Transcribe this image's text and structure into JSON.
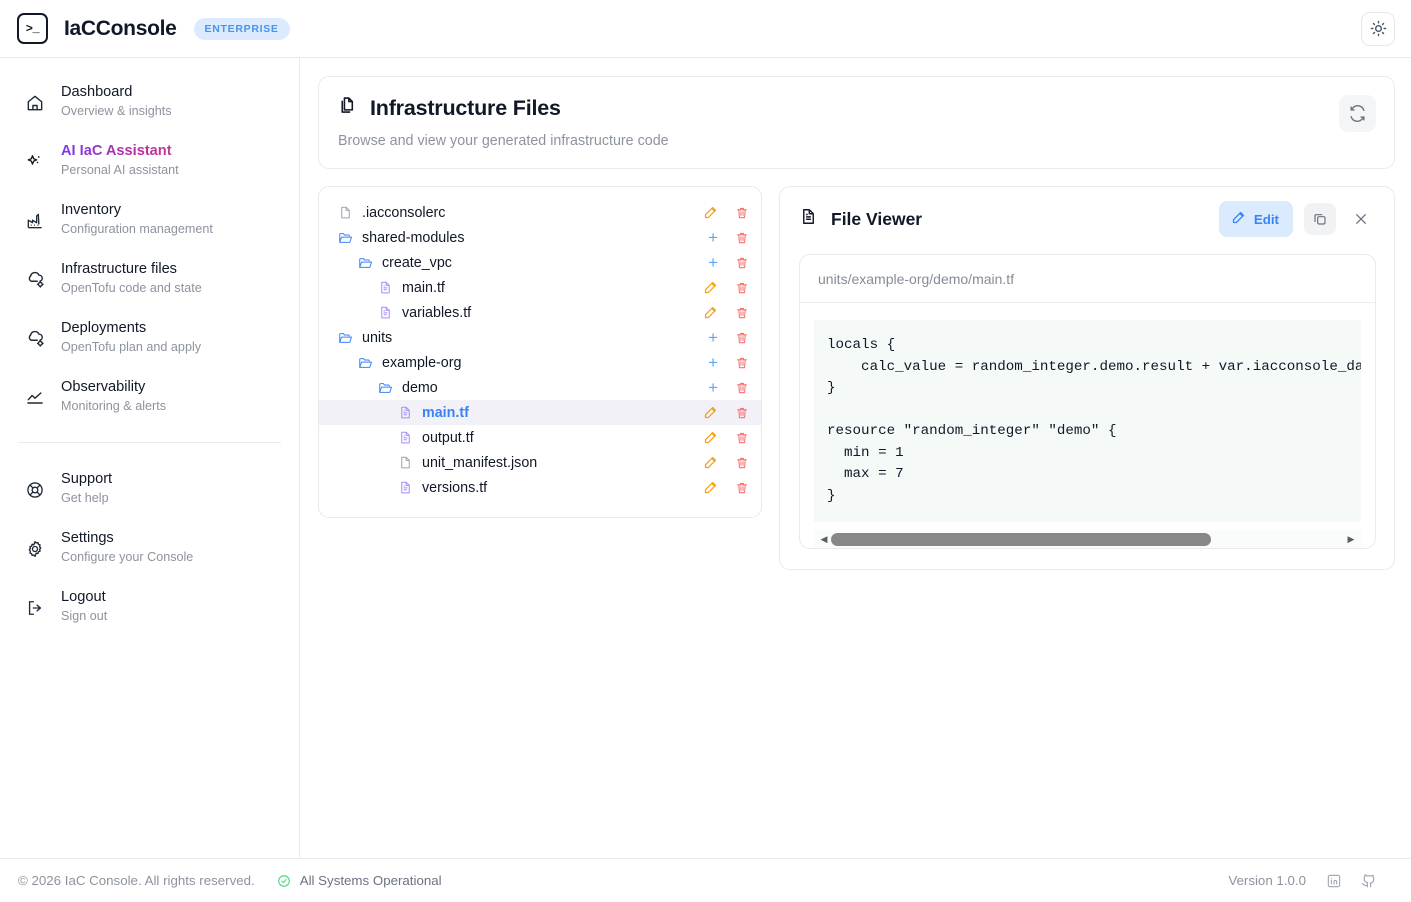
{
  "topbar": {
    "brand_mark": "terminal-icon",
    "brand_mark_text": ">_",
    "brand_name": "IaCConsole",
    "badge": "ENTERPRISE",
    "theme_toggle_icon": "sun-icon"
  },
  "sidebar": {
    "items": [
      {
        "icon": "home-icon",
        "label": "Dashboard",
        "sub": "Overview & insights",
        "active": false
      },
      {
        "icon": "sparkles-icon",
        "label": "AI IaC Assistant",
        "sub": "Personal AI assistant",
        "active": true
      },
      {
        "icon": "factory-icon",
        "label": "Inventory",
        "sub": "Configuration management",
        "active": false
      },
      {
        "icon": "cloud-cog-icon",
        "label": "Infrastructure files",
        "sub": "OpenTofu code and state",
        "active": false
      },
      {
        "icon": "cloud-cog-icon",
        "label": "Deployments",
        "sub": "OpenTofu plan and apply",
        "active": false
      },
      {
        "icon": "activity-icon",
        "label": "Observability",
        "sub": "Monitoring & alerts",
        "active": false
      }
    ],
    "bottom_items": [
      {
        "icon": "lifebuoy-icon",
        "label": "Support",
        "sub": "Get help"
      },
      {
        "icon": "gear-icon",
        "label": "Settings",
        "sub": "Configure your Console"
      },
      {
        "icon": "logout-icon",
        "label": "Logout",
        "sub": "Sign out"
      }
    ]
  },
  "page": {
    "icon": "files-icon",
    "title": "Infrastructure Files",
    "subtitle": "Browse and view your generated infrastructure code",
    "refresh_icon": "refresh-icon"
  },
  "tree": {
    "rows": [
      {
        "name": ".iacconsolerc",
        "type": "file-plain",
        "depth": 0,
        "selected": false,
        "actions": [
          "edit",
          "delete"
        ]
      },
      {
        "name": "shared-modules",
        "type": "folder",
        "depth": 0,
        "selected": false,
        "actions": [
          "add",
          "delete"
        ]
      },
      {
        "name": "create_vpc",
        "type": "folder",
        "depth": 1,
        "selected": false,
        "actions": [
          "add",
          "delete"
        ]
      },
      {
        "name": "main.tf",
        "type": "file-code",
        "depth": 2,
        "selected": false,
        "actions": [
          "edit",
          "delete"
        ]
      },
      {
        "name": "variables.tf",
        "type": "file-code",
        "depth": 2,
        "selected": false,
        "actions": [
          "edit",
          "delete"
        ]
      },
      {
        "name": "units",
        "type": "folder",
        "depth": 0,
        "selected": false,
        "actions": [
          "add",
          "delete"
        ]
      },
      {
        "name": "example-org",
        "type": "folder",
        "depth": 1,
        "selected": false,
        "actions": [
          "add",
          "delete"
        ]
      },
      {
        "name": "demo",
        "type": "folder",
        "depth": 2,
        "selected": false,
        "actions": [
          "add",
          "delete"
        ]
      },
      {
        "name": "main.tf",
        "type": "file-code",
        "depth": 3,
        "selected": true,
        "actions": [
          "edit",
          "delete"
        ]
      },
      {
        "name": "output.tf",
        "type": "file-code",
        "depth": 3,
        "selected": false,
        "actions": [
          "edit",
          "delete"
        ]
      },
      {
        "name": "unit_manifest.json",
        "type": "file-plain",
        "depth": 3,
        "selected": false,
        "actions": [
          "edit",
          "delete"
        ]
      },
      {
        "name": "versions.tf",
        "type": "file-code",
        "depth": 3,
        "selected": false,
        "actions": [
          "edit",
          "delete"
        ]
      }
    ]
  },
  "viewer": {
    "icon": "file-text-icon",
    "title": "File Viewer",
    "edit_label": "Edit",
    "edit_icon": "pencil-icon",
    "copy_icon": "copy-icon",
    "close_icon": "close-icon",
    "file_path": "units/example-org/demo/main.tf",
    "code": "locals {\n    calc_value = random_integer.demo.result + var.iacconsole_data\n}\n\nresource \"random_integer\" \"demo\" {\n  min = 1\n  max = 7\n}",
    "scroll_left_icon": "triangle-left-icon",
    "scroll_right_icon": "triangle-right-icon"
  },
  "footer": {
    "copyright": "© 2026 IaC Console. All rights reserved.",
    "status_icon": "check-circle-icon",
    "status": "All Systems Operational",
    "version": "Version 1.0.0",
    "linkedin_icon": "linkedin-icon",
    "github_icon": "github-icon"
  },
  "colors": {
    "accent_blue": "#3b82f6",
    "badge_bg": "#dbeafe",
    "edit_amber": "#f59e0b",
    "delete_red": "#f87171",
    "add_blue": "#60a5fa",
    "status_green": "#4ade80",
    "folder_blue": "#3b82f6",
    "file_purple": "#a78bfa",
    "active_purple": "#9333ea"
  }
}
